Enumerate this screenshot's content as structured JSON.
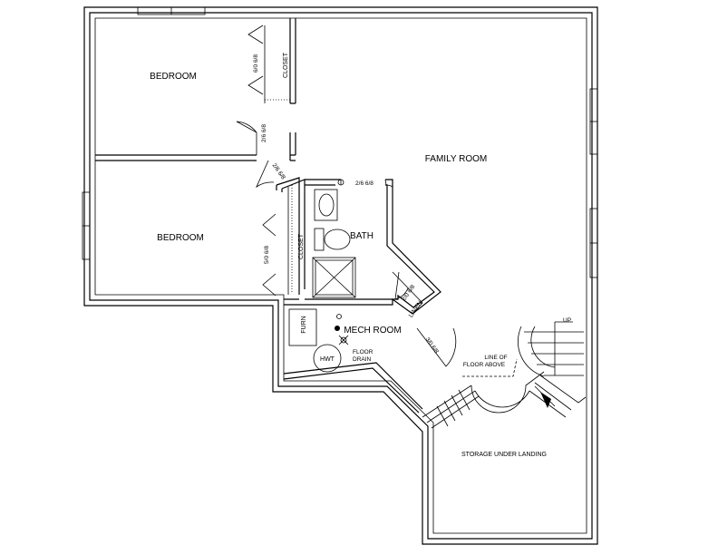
{
  "rooms": {
    "bedroom_1": "BEDROOM",
    "bedroom_2": "BEDROOM",
    "family_room": "FAMILY ROOM",
    "bath": "BATH",
    "mech_room": "MECH ROOM",
    "storage": "STORAGE UNDER LANDING"
  },
  "closets": {
    "closet_1": "CLOSET",
    "closet_2": "CLOSET",
    "linen": "LINEN"
  },
  "fixtures": {
    "furnace": "FURN",
    "water_heater": "HWT",
    "floor_drain_line1": "FLOOR",
    "floor_drain_line2": "DRAIN"
  },
  "door_sizes": {
    "closet_1_bifold": "6/0 6/8",
    "bedroom_1_door": "2/6 6/8",
    "bedroom_2_door": "2/6 6/8",
    "bath_door": "2/6 6/8",
    "closet_2_bifold": "5/0 6/8",
    "linen_door": "2/0 6/8",
    "mech_door": "3/0 6/8"
  },
  "annotations": {
    "stair_up": "UP",
    "floor_above_line1": "LINE OF",
    "floor_above_line2": "FLOOR ABOVE"
  }
}
